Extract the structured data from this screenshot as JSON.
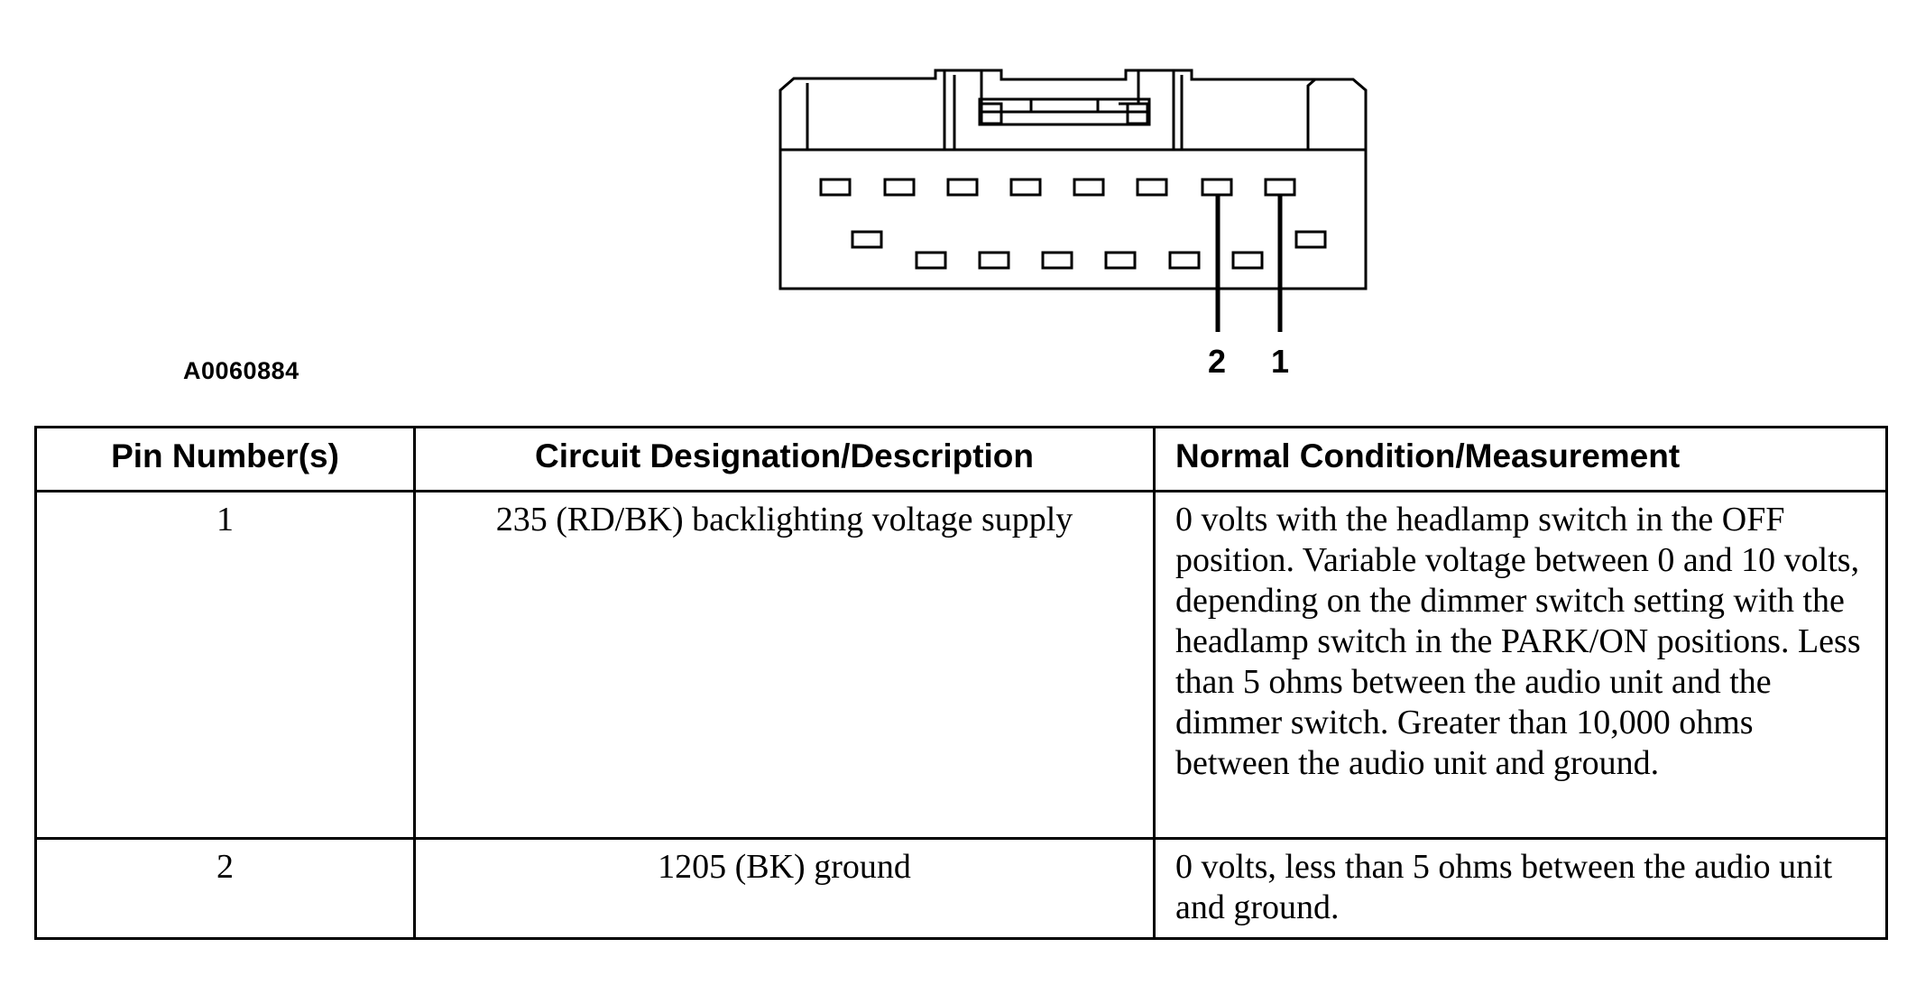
{
  "figure": {
    "id": "A0060884",
    "pin_callouts": [
      "2",
      "1"
    ]
  },
  "table": {
    "headers": [
      "Pin Number(s)",
      "Circuit Designation/Description",
      "Normal Condition/Measurement"
    ],
    "rows": [
      {
        "pin": "1",
        "circuit": "235 (RD/BK) backlighting voltage supply",
        "measurement": "0 volts with the headlamp switch in the OFF position. Variable voltage between 0 and 10 volts, depending on the dimmer switch setting with the headlamp switch in the PARK/ON positions. Less than 5 ohms between the audio unit and the dimmer switch. Greater than 10,000 ohms between the audio unit and ground."
      },
      {
        "pin": "2",
        "circuit": "1205 (BK) ground",
        "measurement": "0 volts, less than 5 ohms between the audio unit and ground."
      }
    ]
  }
}
